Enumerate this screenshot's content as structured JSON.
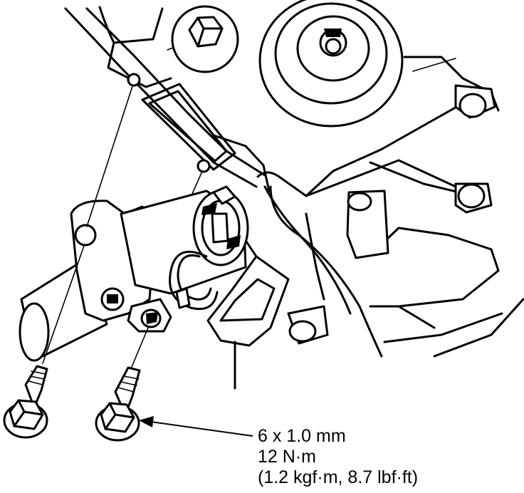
{
  "callout": {
    "size": "6 x 1.0 mm",
    "torque_nm": "12 N·m",
    "torque_alt": "(1.2 kgf·m, 8.7 lbf·ft)"
  },
  "colors": {
    "line": "#000000",
    "background": "#ffffff"
  },
  "icons": [
    "flange-bolt-icon",
    "leader-arrow-icon"
  ]
}
